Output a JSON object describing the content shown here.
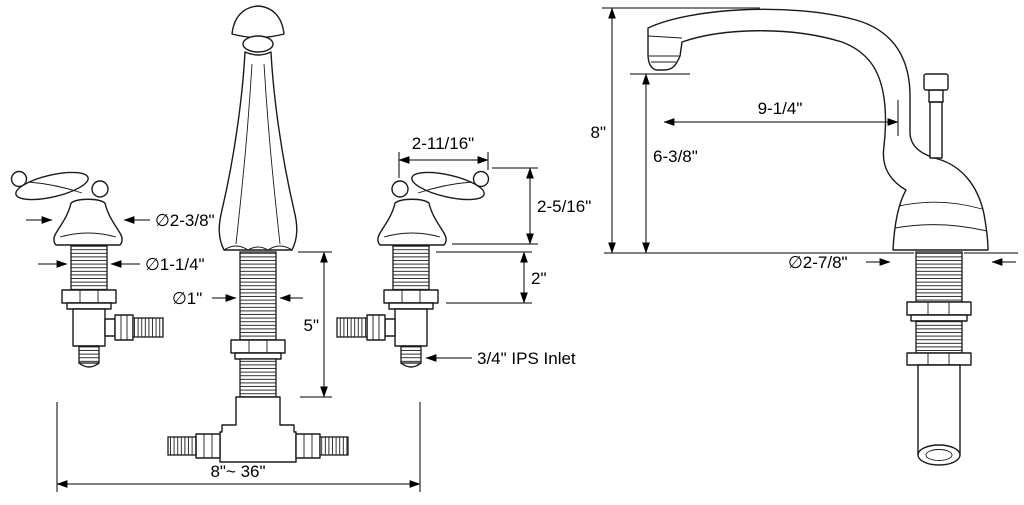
{
  "drawing": {
    "labels": {
      "handle_base_diameter": "∅2-3/8\"",
      "shank_diameter": "∅1-1/4\"",
      "spout_shank_diameter": "∅1\"",
      "shank_length": "5\"",
      "handle_width": "2-11/16\"",
      "handle_height": "2-5/16\"",
      "valve_height": "2\"",
      "inlet_note": "3/4\" IPS Inlet",
      "spread_range": "8\"~ 36\"",
      "spout_height": "8\"",
      "outlet_height": "6-3/8\"",
      "spout_reach": "9-1/4\"",
      "base_diameter": "∅2-7/8\""
    }
  }
}
